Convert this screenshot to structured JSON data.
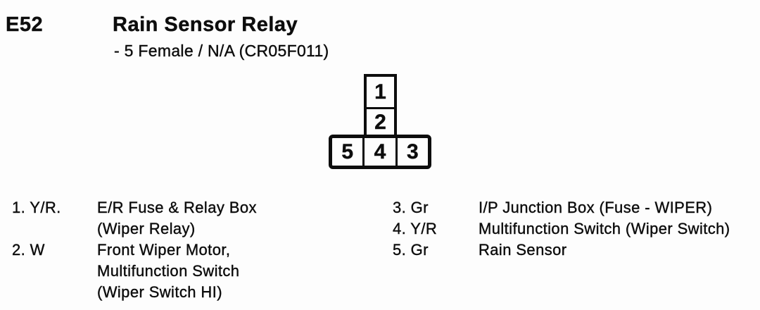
{
  "header": {
    "connector_id": "E52",
    "title": "Rain Sensor Relay",
    "subtitle": "- 5 Female / N/A (CR05F011)"
  },
  "connector": {
    "shape": "T-shaped 5-cavity connector, front view",
    "column_pins": [
      "1",
      "2"
    ],
    "row_pins": [
      "5",
      "4",
      "3"
    ]
  },
  "pins_left": [
    {
      "label": "1. Y/R.",
      "lines": [
        "E/R Fuse & Relay Box",
        "(Wiper Relay)"
      ]
    },
    {
      "label": "2. W",
      "lines": [
        "Front Wiper Motor,",
        "Multifunction Switch",
        "(Wiper Switch HI)"
      ]
    }
  ],
  "pins_right": [
    {
      "label": "3. Gr",
      "lines": [
        "I/P Junction Box (Fuse - WIPER)"
      ]
    },
    {
      "label": "4. Y/R",
      "lines": [
        "Multifunction Switch (Wiper Switch)"
      ]
    },
    {
      "label": "5. Gr",
      "lines": [
        "Rain Sensor"
      ]
    }
  ],
  "colors": {
    "ink": "#0d0d0d",
    "background": "#fdfdfd"
  }
}
